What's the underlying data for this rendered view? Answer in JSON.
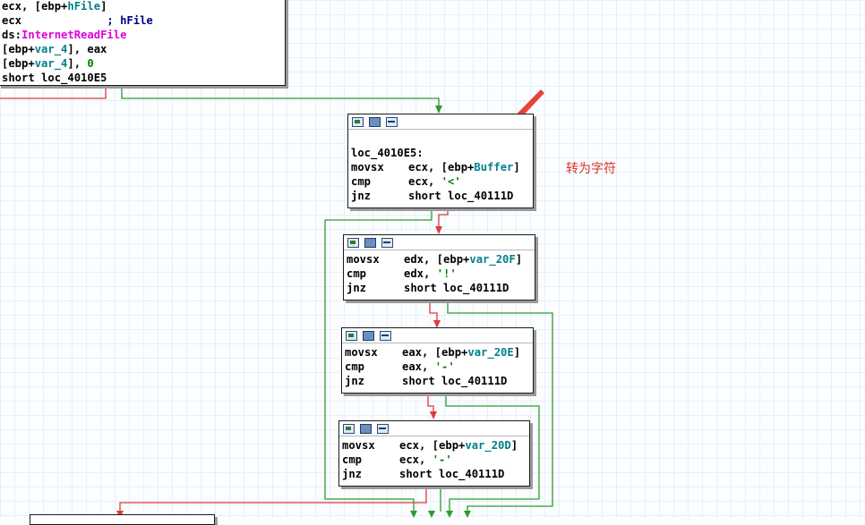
{
  "annotation_text": "转为字符",
  "top_block": {
    "lines": [
      {
        "mnemonic": "",
        "parts": [
          {
            "t": "ecx, [ebp+",
            "c": ""
          },
          {
            "t": "hFile",
            "c": "sym-g"
          },
          {
            "t": "]",
            "c": ""
          }
        ]
      },
      {
        "mnemonic": "",
        "parts": [
          {
            "t": "ecx             ",
            "c": ""
          },
          {
            "t": "; hFile",
            "c": "cmt"
          }
        ]
      },
      {
        "mnemonic": "",
        "parts": [
          {
            "t": "ds:",
            "c": ""
          },
          {
            "t": "InternetReadFile",
            "c": "sym-m"
          }
        ]
      },
      {
        "mnemonic": "",
        "parts": [
          {
            "t": "[ebp+",
            "c": ""
          },
          {
            "t": "var_4",
            "c": "sym-g"
          },
          {
            "t": "], eax",
            "c": ""
          }
        ]
      },
      {
        "mnemonic": "",
        "parts": [
          {
            "t": "[ebp+",
            "c": ""
          },
          {
            "t": "var_4",
            "c": "sym-g"
          },
          {
            "t": "], ",
            "c": ""
          },
          {
            "t": "0",
            "c": "num"
          }
        ]
      },
      {
        "mnemonic": "",
        "parts": [
          {
            "t": "short loc_4010E5",
            "c": ""
          }
        ]
      }
    ]
  },
  "block1": {
    "lines": [
      {
        "mnemonic": "",
        "parts": []
      },
      {
        "mnemonic": "",
        "parts": [
          {
            "t": "loc_4010E5:",
            "c": ""
          }
        ]
      },
      {
        "mnemonic": "movsx",
        "parts": [
          {
            "t": "ecx, [ebp+",
            "c": ""
          },
          {
            "t": "Buffer",
            "c": "sym-g"
          },
          {
            "t": "]",
            "c": ""
          }
        ]
      },
      {
        "mnemonic": "cmp",
        "parts": [
          {
            "t": "ecx, ",
            "c": ""
          },
          {
            "t": "'<'",
            "c": "str"
          }
        ]
      },
      {
        "mnemonic": "jnz",
        "parts": [
          {
            "t": "short loc_40111D",
            "c": ""
          }
        ]
      }
    ]
  },
  "block2": {
    "lines": [
      {
        "mnemonic": "movsx",
        "parts": [
          {
            "t": "edx, [ebp+",
            "c": ""
          },
          {
            "t": "var_20F",
            "c": "sym-g"
          },
          {
            "t": "]",
            "c": ""
          }
        ]
      },
      {
        "mnemonic": "cmp",
        "parts": [
          {
            "t": "edx, ",
            "c": ""
          },
          {
            "t": "'!'",
            "c": "str"
          }
        ]
      },
      {
        "mnemonic": "jnz",
        "parts": [
          {
            "t": "short loc_40111D",
            "c": ""
          }
        ]
      }
    ]
  },
  "block3": {
    "lines": [
      {
        "mnemonic": "movsx",
        "parts": [
          {
            "t": "eax, [ebp+",
            "c": ""
          },
          {
            "t": "var_20E",
            "c": "sym-g"
          },
          {
            "t": "]",
            "c": ""
          }
        ]
      },
      {
        "mnemonic": "cmp",
        "parts": [
          {
            "t": "eax, ",
            "c": ""
          },
          {
            "t": "'-'",
            "c": "str"
          }
        ]
      },
      {
        "mnemonic": "jnz",
        "parts": [
          {
            "t": "short loc_40111D",
            "c": ""
          }
        ]
      }
    ]
  },
  "block4": {
    "lines": [
      {
        "mnemonic": "movsx",
        "parts": [
          {
            "t": "ecx, [ebp+",
            "c": ""
          },
          {
            "t": "var_20D",
            "c": "sym-g"
          },
          {
            "t": "]",
            "c": ""
          }
        ]
      },
      {
        "mnemonic": "cmp",
        "parts": [
          {
            "t": "ecx, ",
            "c": ""
          },
          {
            "t": "'-'",
            "c": "str"
          }
        ]
      },
      {
        "mnemonic": "jnz",
        "parts": [
          {
            "t": "short loc_40111D",
            "c": ""
          }
        ]
      }
    ]
  },
  "colors": {
    "true_edge": "#2e9a2e",
    "false_edge": "#e23a3a",
    "annotation": "#e0302a"
  },
  "header_icons": [
    "graph-color-icon",
    "node-rename-icon",
    "node-code-icon"
  ]
}
